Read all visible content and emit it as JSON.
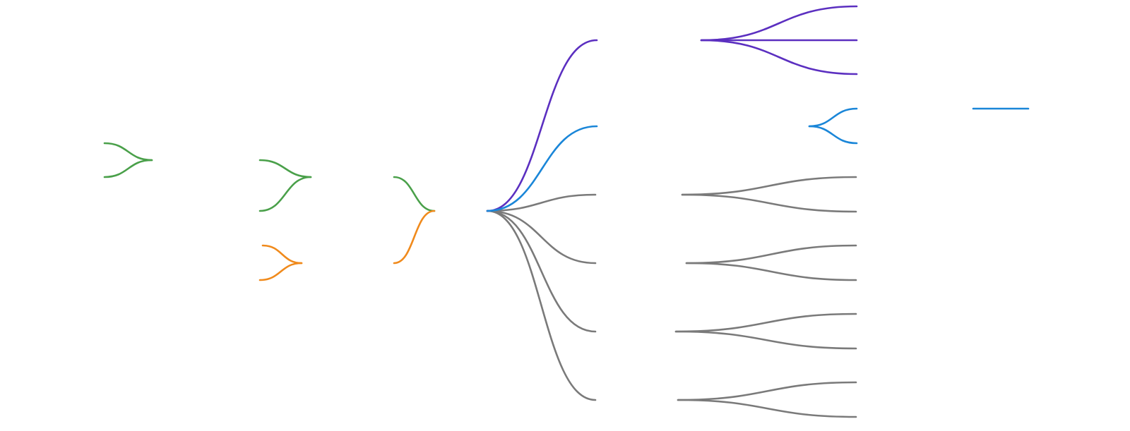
{
  "diagram": {
    "type": "mind-map",
    "labels_visible": false,
    "colors": {
      "green": "#4aa04a",
      "orange": "#f08a1c",
      "blue": "#1a86d8",
      "purple": "#5b2fc0",
      "gray": "#7a7a7a"
    },
    "root": {
      "id": "root",
      "color": "blue"
    },
    "right_branches": [
      {
        "id": "r1",
        "color": "purple",
        "children": [
          {
            "id": "r1a",
            "color": "purple"
          },
          {
            "id": "r1b",
            "color": "purple"
          },
          {
            "id": "r1c",
            "color": "purple"
          }
        ]
      },
      {
        "id": "r2",
        "color": "blue",
        "children": [
          {
            "id": "r2a",
            "color": "blue",
            "children": [
              {
                "id": "r2a1",
                "color": "blue"
              }
            ]
          },
          {
            "id": "r2b",
            "color": "blue"
          }
        ]
      },
      {
        "id": "r3",
        "color": "gray",
        "children": [
          {
            "id": "r3a",
            "color": "gray"
          },
          {
            "id": "r3b",
            "color": "gray"
          }
        ]
      },
      {
        "id": "r4",
        "color": "gray",
        "children": [
          {
            "id": "r4a",
            "color": "gray"
          },
          {
            "id": "r4b",
            "color": "gray"
          }
        ]
      },
      {
        "id": "r5",
        "color": "gray",
        "children": [
          {
            "id": "r5a",
            "color": "gray"
          },
          {
            "id": "r5b",
            "color": "gray"
          }
        ]
      },
      {
        "id": "r6",
        "color": "gray",
        "children": [
          {
            "id": "r6a",
            "color": "gray"
          },
          {
            "id": "r6b",
            "color": "gray"
          }
        ]
      }
    ],
    "left_branches": [
      {
        "id": "l1",
        "color": "green",
        "children": [
          {
            "id": "l1a",
            "color": "green",
            "children": [
              {
                "id": "l1a1",
                "color": "green"
              },
              {
                "id": "l1a2",
                "color": "green"
              }
            ]
          },
          {
            "id": "l1b",
            "color": "green"
          }
        ]
      },
      {
        "id": "l2",
        "color": "orange",
        "children": [
          {
            "id": "l2a",
            "color": "orange"
          },
          {
            "id": "l2b",
            "color": "orange"
          }
        ]
      }
    ]
  }
}
